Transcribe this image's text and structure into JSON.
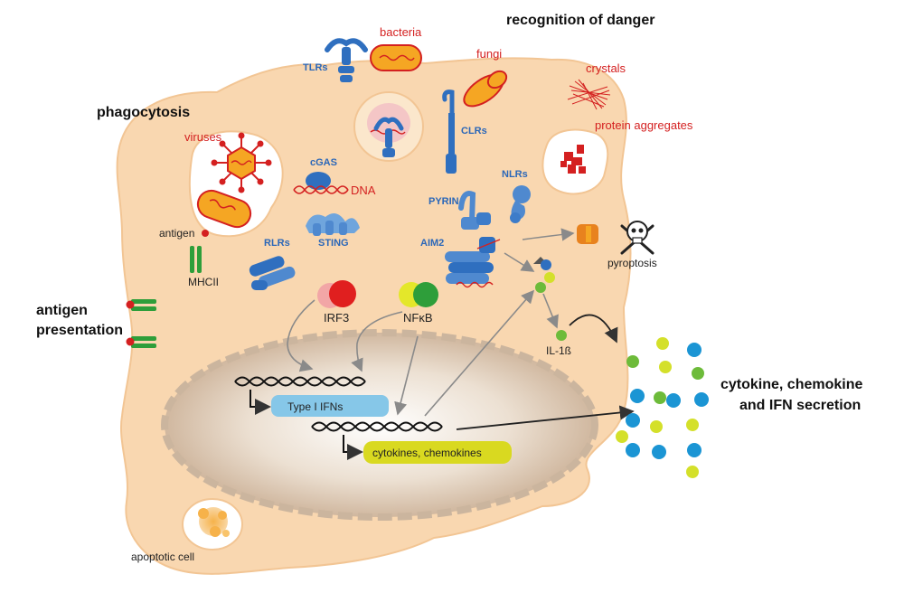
{
  "title": "recognition of danger",
  "sections": {
    "phagocytosis": "phagocytosis",
    "antigen_presentation_line1": "antigen",
    "antigen_presentation_line2": "presentation",
    "secretion_line1": "cytokine, chemokine",
    "secretion_line2": "and IFN secretion"
  },
  "pathogens": {
    "bacteria": "bacteria",
    "fungi": "fungi",
    "crystals": "crystals",
    "protein_aggregates": "protein aggregates",
    "viruses": "viruses",
    "dna": "DNA",
    "apoptotic_cell": "apoptotic cell"
  },
  "receptors": {
    "tlrs": "TLRs",
    "clrs": "CLRs",
    "cgas": "cGAS",
    "nlrs": "NLRs",
    "pyrin": "PYRIN",
    "rlrs": "RLRs",
    "sting": "STING",
    "aim2": "AIM2"
  },
  "molecules": {
    "antigen": "antigen",
    "mhcii": "MHCII",
    "irf3": "IRF3",
    "nfkb": "NFκB",
    "il1b": "IL-1ß",
    "pyroptosis": "pyroptosis"
  },
  "nucleus": {
    "type1_ifns": "Type I IFNs",
    "cytokines_chemokines": "cytokines, chemokines"
  },
  "colors": {
    "cell": "#f9d7b0",
    "nucleus": "#d9c2a8",
    "receptor_blue": "#2f6fbf",
    "pathogen_red": "#d42020",
    "ifn_box": "#86c7e8",
    "cyto_box": "#d9d920",
    "dot_blue": "#1b95d4",
    "dot_yellow": "#d4e02a",
    "dot_green": "#6dbb3a"
  }
}
